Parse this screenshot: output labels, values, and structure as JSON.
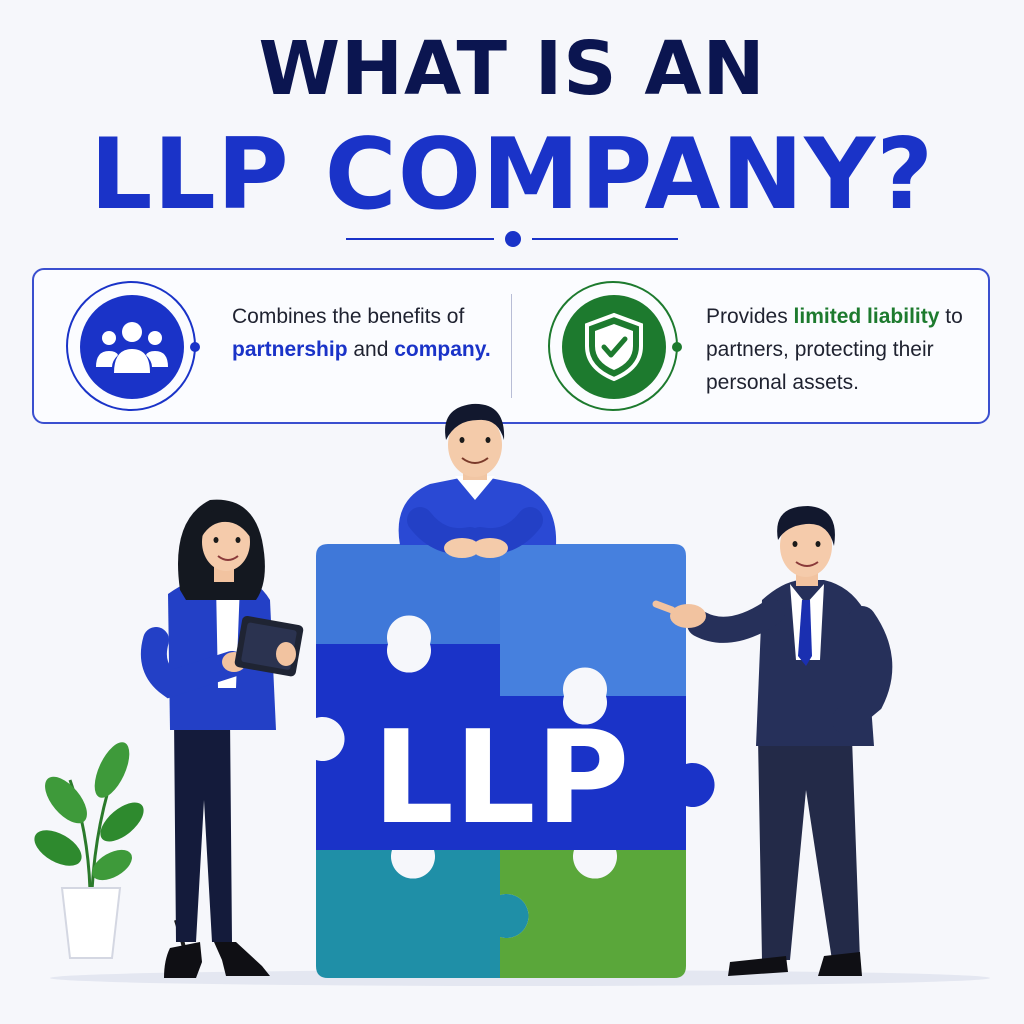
{
  "title": {
    "line1": "WHAT IS AN",
    "line2": "LLP COMPANY?"
  },
  "features": [
    {
      "icon": "group-icon",
      "text_before": "Combines the benefits of ",
      "highlight1": "partnership",
      "text_middle": " and ",
      "highlight2": "company.",
      "accent": "#1a33c8"
    },
    {
      "icon": "shield-check-icon",
      "text_before": "Provides ",
      "highlight": "limited liability",
      "text_after": " to partners, protecting their personal assets.",
      "accent": "#1d7a2e"
    }
  ],
  "puzzle": {
    "label": "LLP",
    "colors": {
      "top_left": "#3f78d9",
      "top_right": "#3f78d9",
      "middle": "#1a33c8",
      "bottom_left": "#1f8fa7",
      "bottom_right": "#5aa73a"
    }
  },
  "colors": {
    "navy": "#0b1550",
    "brand_blue": "#1a33c8",
    "green": "#1d7a2e"
  }
}
